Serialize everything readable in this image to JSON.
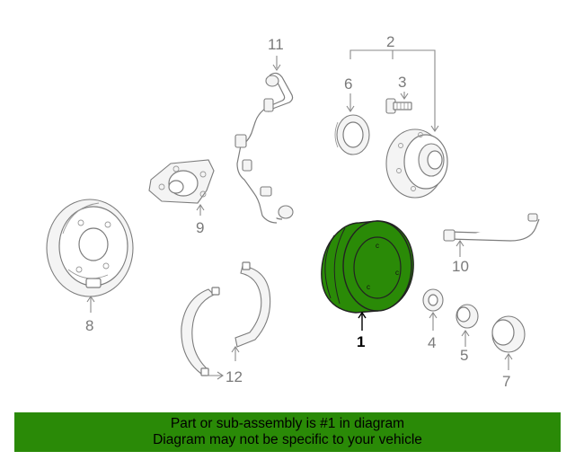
{
  "callouts": {
    "c1": "1",
    "c2": "2",
    "c3": "3",
    "c4": "4",
    "c5": "5",
    "c6": "6",
    "c7": "7",
    "c8": "8",
    "c9": "9",
    "c10": "10",
    "c11": "11",
    "c12": "12"
  },
  "highlighted_part": "1",
  "colors": {
    "highlight": "#2a8a07",
    "banner": "#2a8a07"
  },
  "banner": {
    "line1": "Part or sub-assembly is #1 in diagram",
    "line2": "Diagram may not be specific to your vehicle"
  }
}
